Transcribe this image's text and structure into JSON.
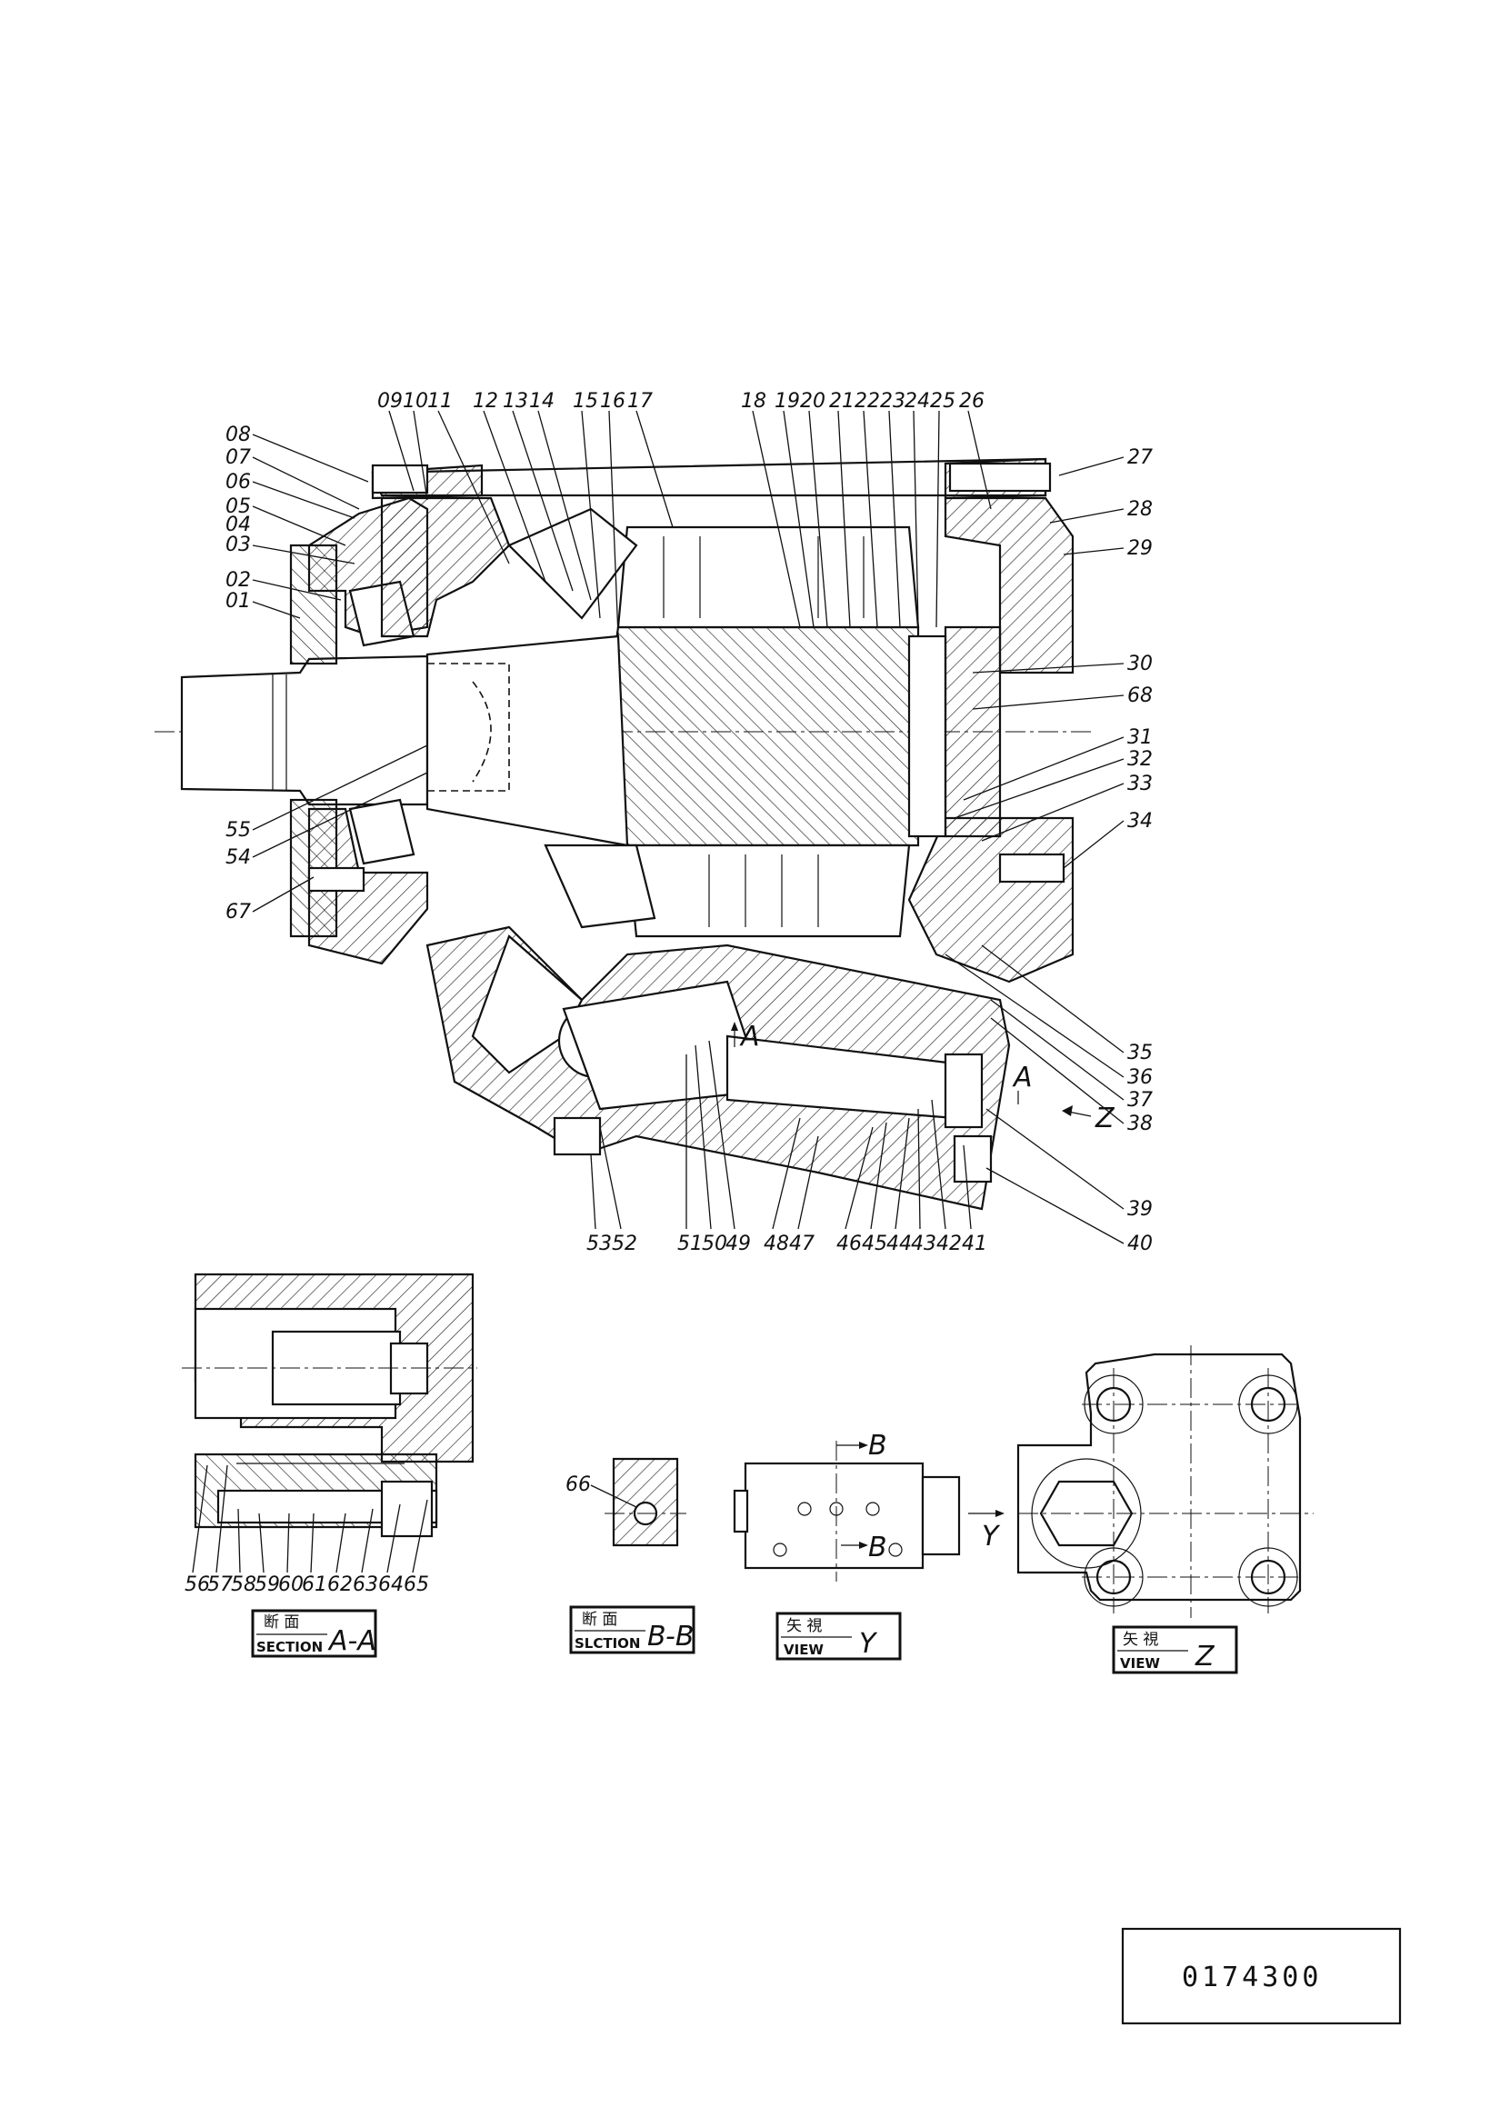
{
  "part_labels_top": [
    "09",
    "10",
    "11",
    "12",
    "13",
    "14",
    "15",
    "16",
    "17",
    "18",
    "19",
    "20",
    "21",
    "22",
    "23",
    "24",
    "25",
    "26"
  ],
  "part_labels_left": [
    "08",
    "07",
    "06",
    "05",
    "04",
    "03",
    "02",
    "01"
  ],
  "part_labels_right": [
    "27",
    "28",
    "29",
    "30",
    "68",
    "31",
    "32",
    "33",
    "34",
    "35",
    "36",
    "37",
    "38",
    "39",
    "40"
  ],
  "part_labels_bottom": [
    "53",
    "52",
    "51",
    "50",
    "49",
    "48",
    "47",
    "46",
    "45",
    "44",
    "43",
    "42",
    "41"
  ],
  "part_labels_left_lower": [
    "55",
    "54",
    "67"
  ],
  "section_aa_labels": [
    "56",
    "57",
    "58",
    "59",
    "60",
    "61",
    "62",
    "63",
    "64",
    "65"
  ],
  "part_66": "66",
  "section_markers": {
    "a_marker": "A",
    "a_marker_right": "A",
    "z_marker": "Z",
    "b_marker_top": "B",
    "b_marker_bottom": "B",
    "y_marker": "Y"
  },
  "title_boxes": {
    "aa": {
      "top": "断  面",
      "bottom": "SECTION",
      "suffix": "A-A"
    },
    "bb": {
      "top": "断  面",
      "bottom": "SLCTION",
      "suffix": "B-B"
    },
    "y": {
      "top": "矢  視",
      "bottom": "VIEW",
      "suffix": "Y"
    },
    "z": {
      "top": "矢  視",
      "bottom": "VIEW",
      "suffix": "Z"
    }
  },
  "document_number": "0174300"
}
